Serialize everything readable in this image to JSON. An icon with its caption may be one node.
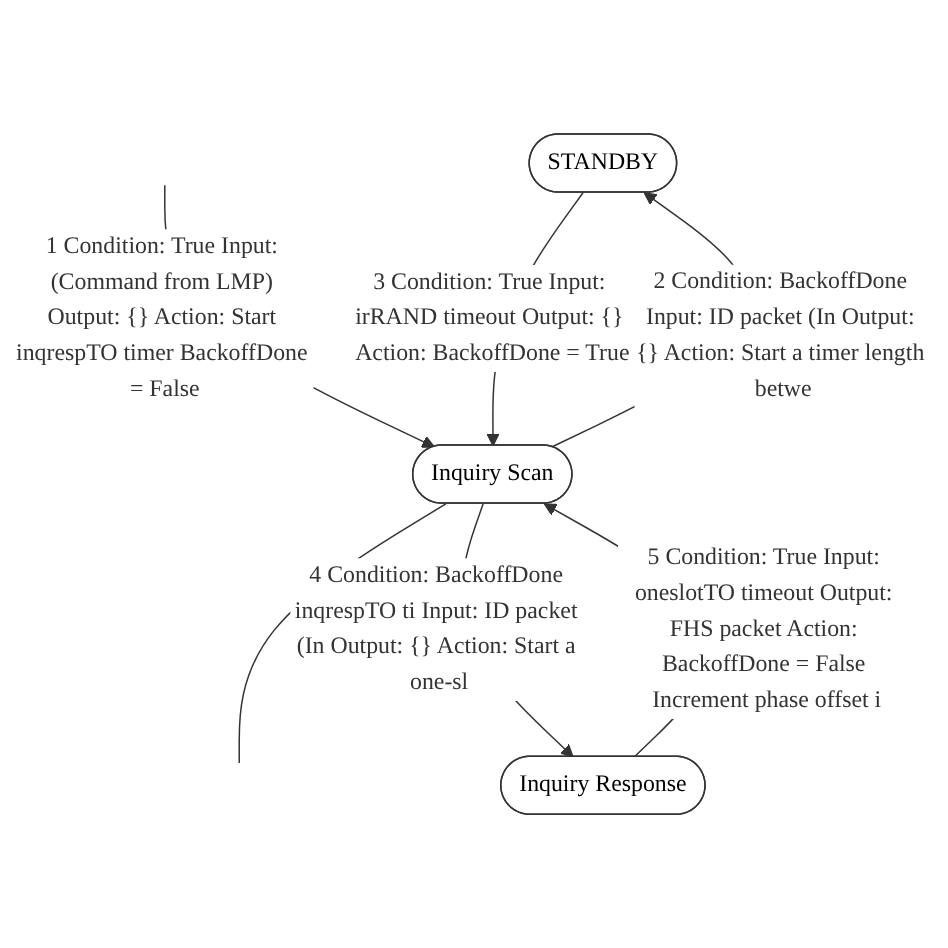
{
  "diagram": {
    "nodes": [
      {
        "text": [
          "STANDBY"
        ]
      },
      {
        "text": [
          "Inquiry Scan"
        ]
      },
      {
        "text": [
          "Inquiry Response"
        ]
      }
    ],
    "edges": [
      {
        "from": null,
        "to": 1,
        "arrow": "to",
        "label": "1 Condition: True Input: (Command from LMP) Output: {} Action: Start inqrespTO timer BackoffDone = False"
      },
      {
        "from": 0,
        "to": 1,
        "arrow": "to",
        "label": "3 Condition: True Input: irRAND timeout Output: {} Action: BackoffDone = True"
      },
      {
        "from": 1,
        "to": 0,
        "arrow": "to",
        "label": "2 Condition: BackoffDone Input: ID packet (In Output: {} Action: Start a timer length betwe"
      },
      {
        "from": 1,
        "to": null,
        "arrow": "none"
      },
      {
        "from": 1,
        "to": 2,
        "arrow": "to",
        "label": "4 Condition: BackoffDone inqrespTO ti Input: ID packet (In Output: {} Action: Start a one-sl"
      },
      {
        "from": 2,
        "to": 1,
        "arrow": "to",
        "label": "5 Condition: True Input: oneslotTO timeout Output: FHS packet Action: BackoffDone = False Increment phase offset i"
      }
    ]
  }
}
